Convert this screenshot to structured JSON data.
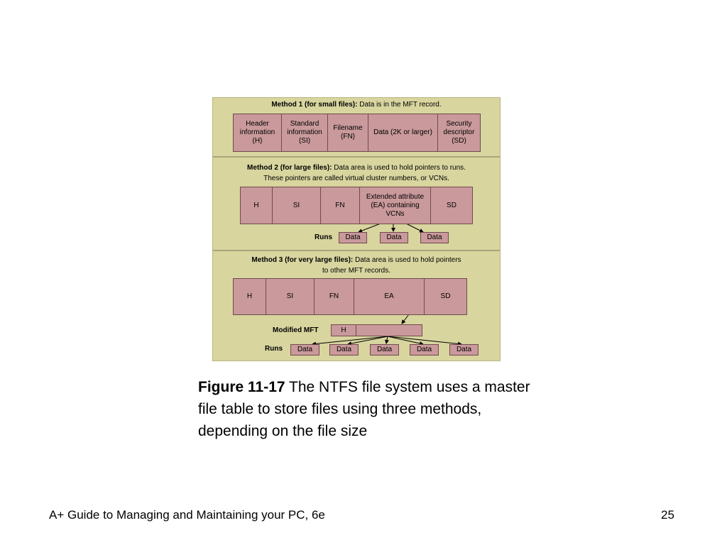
{
  "figure": {
    "method1": {
      "title_bold": "Method 1 (for small files):",
      "title_rest": " Data is in the MFT record.",
      "cells": [
        "Header information (H)",
        "Standard information (SI)",
        "Filename (FN)",
        "Data (2K or larger)",
        "Security descriptor (SD)"
      ]
    },
    "method2": {
      "title_bold": "Method 2 (for large files):",
      "title_rest": " Data area is used to hold pointers to runs.",
      "line2": "These pointers are called virtual cluster numbers, or VCNs.",
      "cells": [
        "H",
        "SI",
        "FN",
        "Extended attribute (EA) containing VCNs",
        "SD"
      ],
      "runs_label": "Runs",
      "runs": [
        "Data",
        "Data",
        "Data"
      ]
    },
    "method3": {
      "title_bold": "Method 3 (for very large files):",
      "title_rest": " Data area is used to hold pointers",
      "line2": "to other MFT records.",
      "cells": [
        "H",
        "SI",
        "FN",
        "EA",
        "SD"
      ],
      "modified_label": "Modified MFT",
      "modified_h": "H",
      "runs_label": "Runs",
      "runs": [
        "Data",
        "Data",
        "Data",
        "Data",
        "Data"
      ]
    },
    "colors": {
      "background": "#d8d59f",
      "record_fill": "#c9999b",
      "record_border": "#6f4b4d"
    }
  },
  "caption": {
    "label": "Figure 11-17",
    "text": " The NTFS file system uses a master file table to store files using three methods, depending on the file size"
  },
  "footer": {
    "left": "A+ Guide to Managing and Maintaining your PC, 6e",
    "page": "25"
  }
}
